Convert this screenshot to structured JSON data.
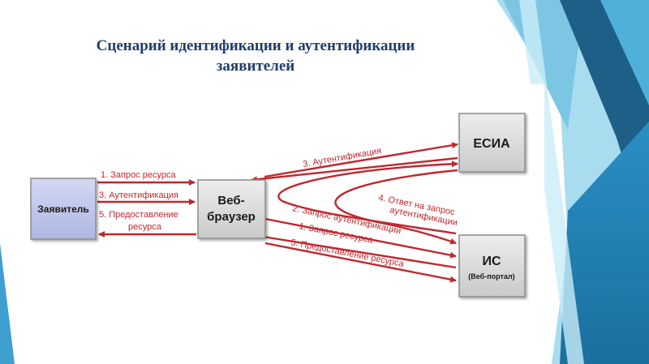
{
  "slide": {
    "title_line1": "Сценарий идентификации и аутентификации",
    "title_line2": "заявителей"
  },
  "diagram": {
    "nodes": {
      "applicant": "Заявитель",
      "browser_line1": "Веб-",
      "browser_line2": "браузер",
      "esia": "ЕСИА",
      "is_title": "ИС",
      "is_subtitle": "(Веб-портал)"
    },
    "edges": {
      "a_b_request": "1. Запрос ресурса",
      "a_b_auth": "3. Аутентификация",
      "b_a_provide_1": "5. Предоставление",
      "b_a_provide_2": "ресурса",
      "b_esia_auth": "3. Аутентификация",
      "esia_is_answer_1": "4. Ответ на запрос",
      "esia_is_answer_2": "аутентификации",
      "is_esia_request": "2. Запрос аутентификации",
      "b_is_request": "1. Запрос ресурса",
      "is_b_provide": "5. Предоставление ресурса"
    }
  },
  "colors": {
    "title": "#1f3d6b",
    "arrow": "#c0272d",
    "box_border": "#8c8c8c",
    "applicant_fill": "#bfc6ea",
    "box_fill": "#d9d9d9",
    "teal_dark": "#1d5f86",
    "teal_mid": "#2d8ec3",
    "teal_light": "#7cc6e4"
  }
}
